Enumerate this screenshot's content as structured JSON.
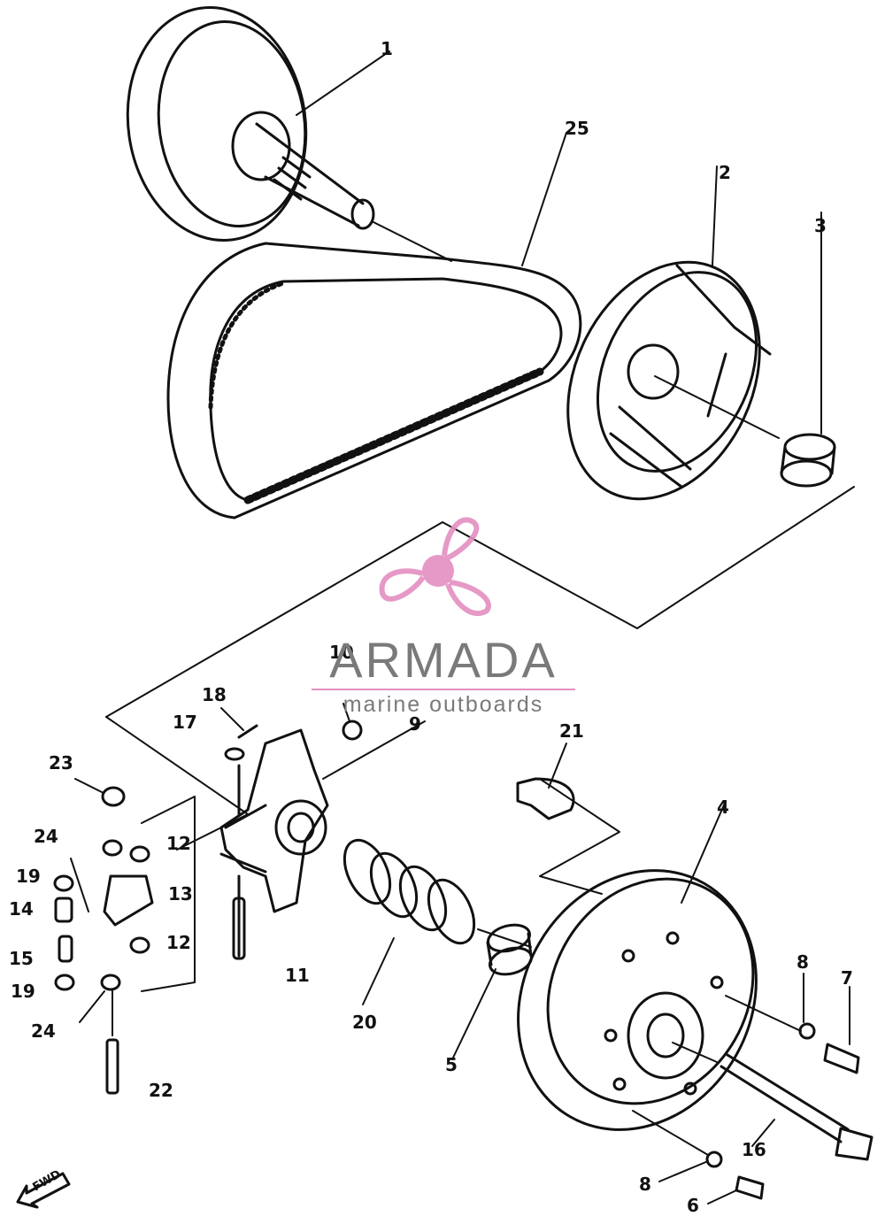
{
  "labels": [
    "1",
    "25",
    "2",
    "3",
    "10",
    "18",
    "9",
    "17",
    "21",
    "23",
    "4",
    "24",
    "12",
    "19",
    "13",
    "14",
    "15",
    "12",
    "11",
    "8",
    "7",
    "19",
    "20",
    "24",
    "5",
    "16",
    "22",
    "8",
    "6"
  ],
  "watermark": {
    "brand": "ARMADA",
    "tagline": "marine outboards",
    "icon": "propeller-icon",
    "colors": {
      "pink": "#e48fc0",
      "gray": "#7a7a7a"
    }
  },
  "fwd_mark": "FWD"
}
